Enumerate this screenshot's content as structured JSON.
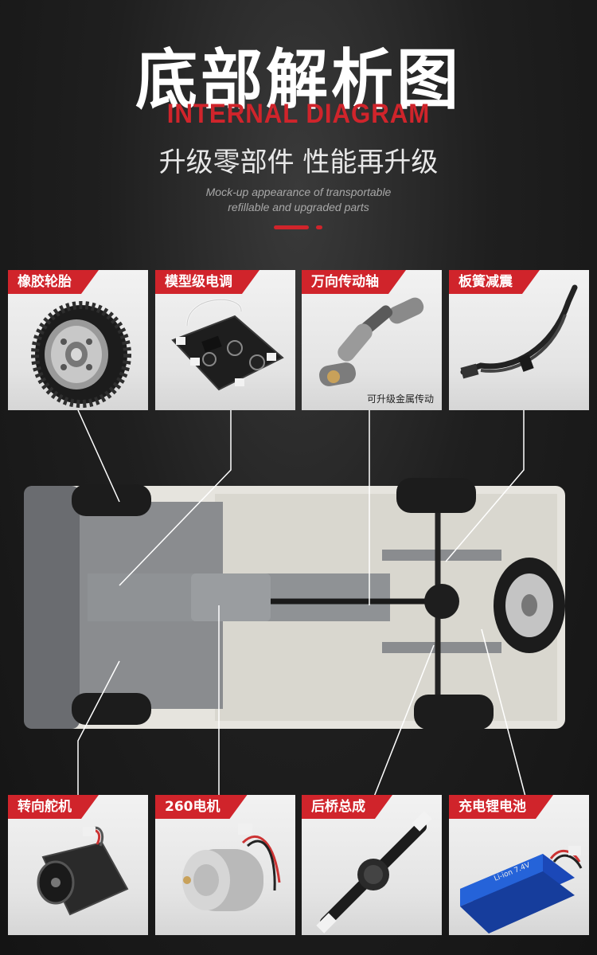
{
  "header": {
    "title_cn": "底部解析图",
    "title_en": "INTERNAL DIAGRAM",
    "subtitle": "升级零部件 性能再升级",
    "desc_line1": "Mock-up appearance of transportable",
    "desc_line2": "refillable and upgraded parts"
  },
  "colors": {
    "accent": "#d0242b",
    "background": "#1f1f1f",
    "card": "#ececec"
  },
  "top_parts": [
    {
      "label": "橡胶轮胎",
      "icon": "rubber-tire-icon"
    },
    {
      "label": "模型级电调",
      "icon": "esc-board-icon"
    },
    {
      "label": "万向传动轴",
      "icon": "cardan-shaft-icon",
      "caption": "可升级金属传动"
    },
    {
      "label": "板簧减震",
      "icon": "leaf-spring-icon"
    }
  ],
  "bottom_parts": [
    {
      "label": "转向舵机",
      "icon": "steering-servo-icon"
    },
    {
      "label": "260电机",
      "icon": "motor-260-icon"
    },
    {
      "label": "后桥总成",
      "icon": "rear-axle-icon"
    },
    {
      "label": "充电锂电池",
      "icon": "lithium-battery-icon"
    }
  ],
  "battery_print": "Li-ion 7.4V"
}
